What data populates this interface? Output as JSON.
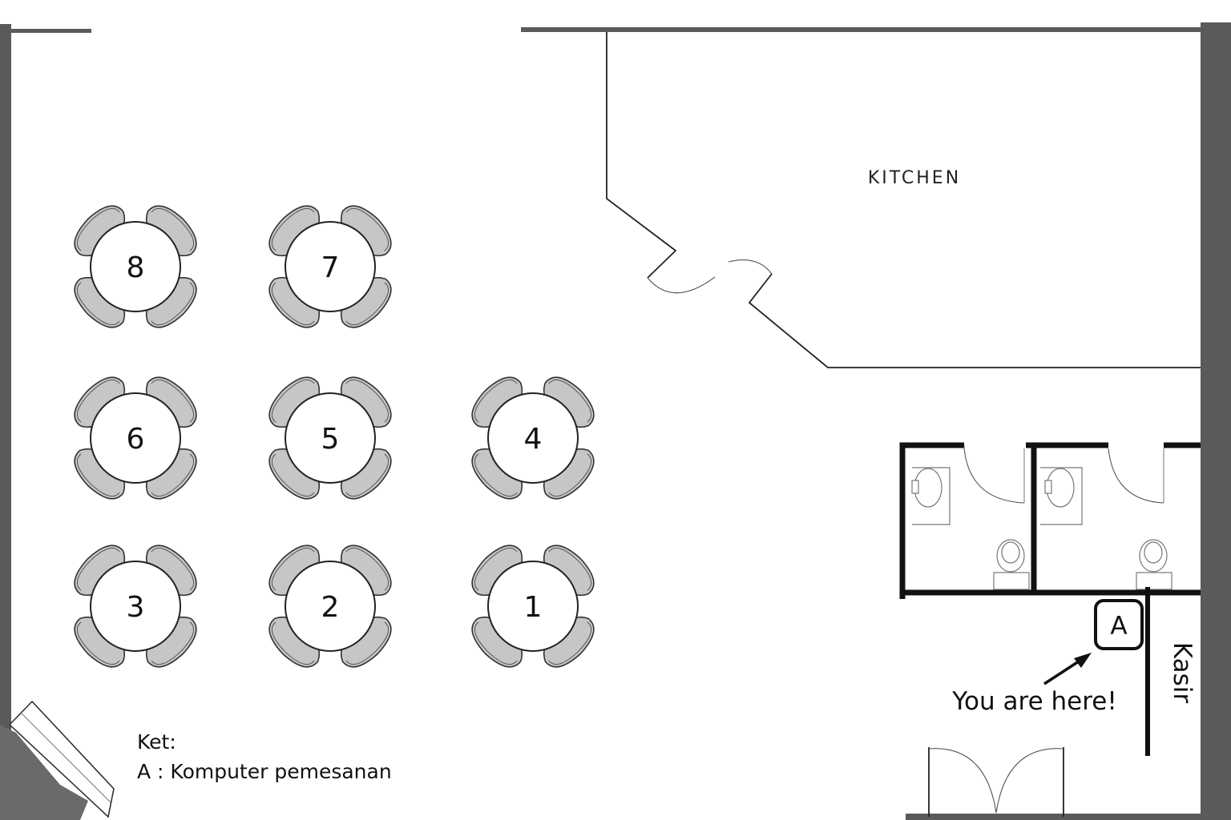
{
  "rooms": {
    "kitchen": "KITCHEN",
    "cashier": "Kasir"
  },
  "tables": [
    {
      "label": "8"
    },
    {
      "label": "7"
    },
    {
      "label": "6"
    },
    {
      "label": "5"
    },
    {
      "label": "4"
    },
    {
      "label": "3"
    },
    {
      "label": "2"
    },
    {
      "label": "1"
    }
  ],
  "marker": {
    "label": "A",
    "you_are_here": "You are here!"
  },
  "legend": {
    "title": "Ket:",
    "entry": "A : Komputer pemesanan"
  },
  "colors": {
    "outer_wall": "#5a5a5a",
    "chair_fill": "#c6c6c6",
    "partition": "#111111"
  }
}
